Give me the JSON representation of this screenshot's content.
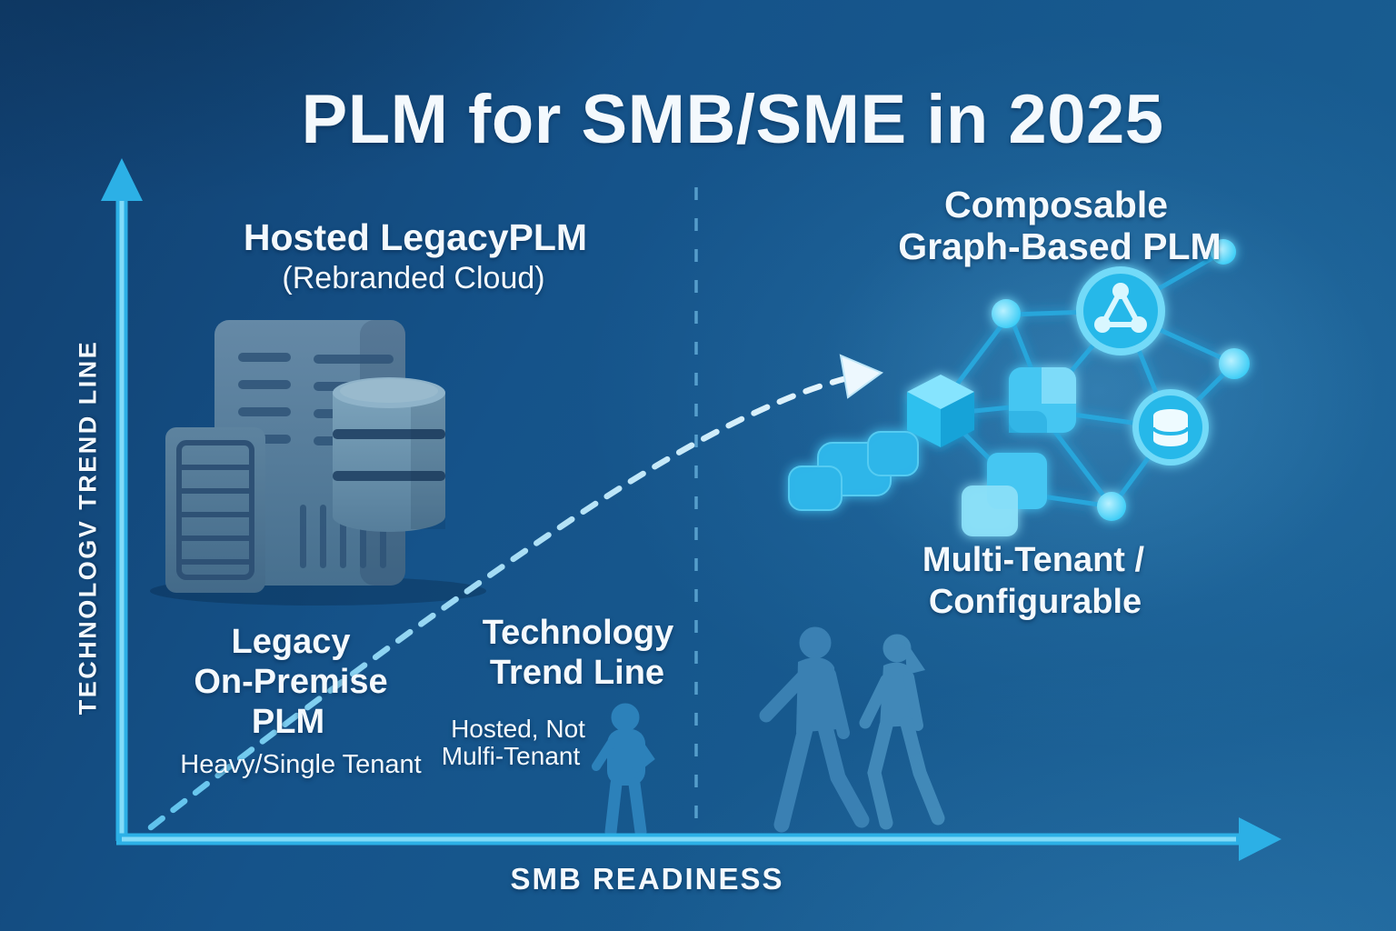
{
  "title": "PLM for SMB/SME in 2025",
  "x_axis_label": "SMB READINESS",
  "y_axis_label": "TECHNOLOGV TREND LINE",
  "labels": {
    "hosted_legacy_title": "Hosted LegacyPLM",
    "hosted_legacy_subtitle": "(Rebranded Cloud)",
    "legacy_line1": "Legacy",
    "legacy_line2": "On-Premise",
    "legacy_line3": "PLM",
    "legacy_subtitle": "Heavy/Single Tenant",
    "trend_line1": "Technology",
    "trend_line2": "Trend Line",
    "trend_sub_line1": "Hosted, Not",
    "trend_sub_line2": "Mulfi-Tenant",
    "composable_line1": "Composable",
    "composable_line2": "Graph-Based PLM",
    "multitenant_line1": "Multi-Tenant /",
    "multitenant_line2": "Configurable"
  },
  "icons": [
    "up-arrow-icon",
    "right-arrow-icon",
    "trend-dashed-arrow-icon",
    "divider-dashed-line",
    "server-towers-icon",
    "database-cylinder-icon",
    "graph-network-icon",
    "share-nodes-icon",
    "database-node-icon",
    "module-square-icon",
    "stacked-modules-icon",
    "cube-icon",
    "puzzle-piece-icon",
    "walking-people-silhouette",
    "standing-person-silhouette"
  ],
  "colors": {
    "background_base": "#17598e",
    "background_dark": "#113f6f",
    "axis_cyan": "#2cb0e6",
    "axis_core": "#8ce0fb",
    "node_cyan": "#3fd6ff",
    "edge_blue": "#29a8de",
    "glyph_cyan": "#45c6f2",
    "muted_server_blue": "#56809f",
    "text_white": "#f4f9fd",
    "silhouette_blue": "#3d84b6",
    "trend_dash_light": "#e9f6fd"
  }
}
